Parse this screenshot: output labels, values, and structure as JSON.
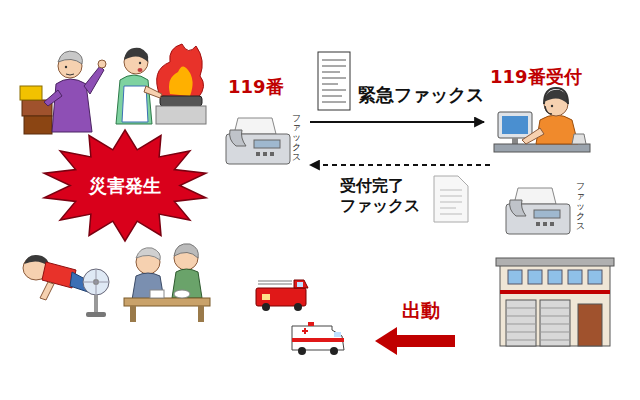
{
  "diagram": {
    "nodes": [
      {
        "text": [
          "災害発生"
        ]
      },
      {
        "text": [
          "119番",
          "ファックス"
        ]
      },
      {
        "text": [
          "119番受付"
        ]
      },
      {
        "text": [
          "ファックス"
        ]
      }
    ],
    "edges": [
      {
        "from": 1,
        "to": 2,
        "label": "緊急ファックス",
        "arrow": "to"
      },
      {
        "from": 3,
        "to": 1,
        "label": "受付完了 ファックス",
        "arrow": "to"
      }
    ],
    "labels": [
      "出動"
    ]
  }
}
